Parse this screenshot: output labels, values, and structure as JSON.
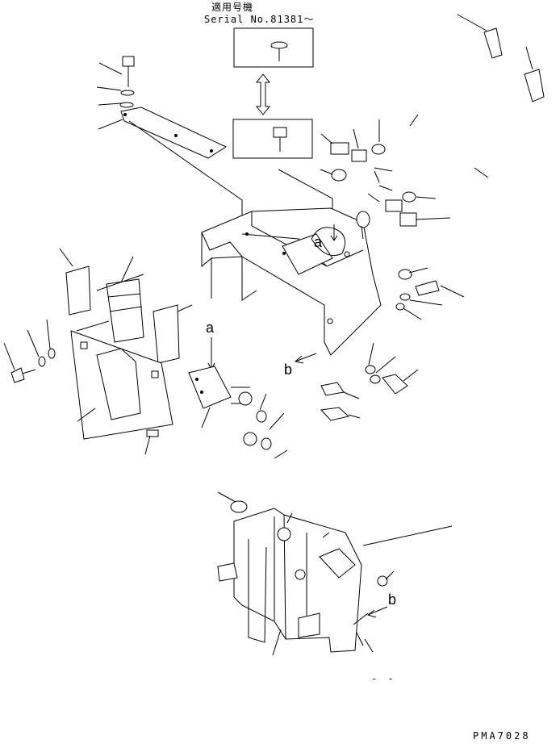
{
  "header": {
    "applicable_title": "適用号機",
    "serial": "Serial No.81381～"
  },
  "callouts": {
    "a": "a",
    "b": "b"
  },
  "footer": {
    "code": "PMA7028",
    "dashes": "- -"
  }
}
